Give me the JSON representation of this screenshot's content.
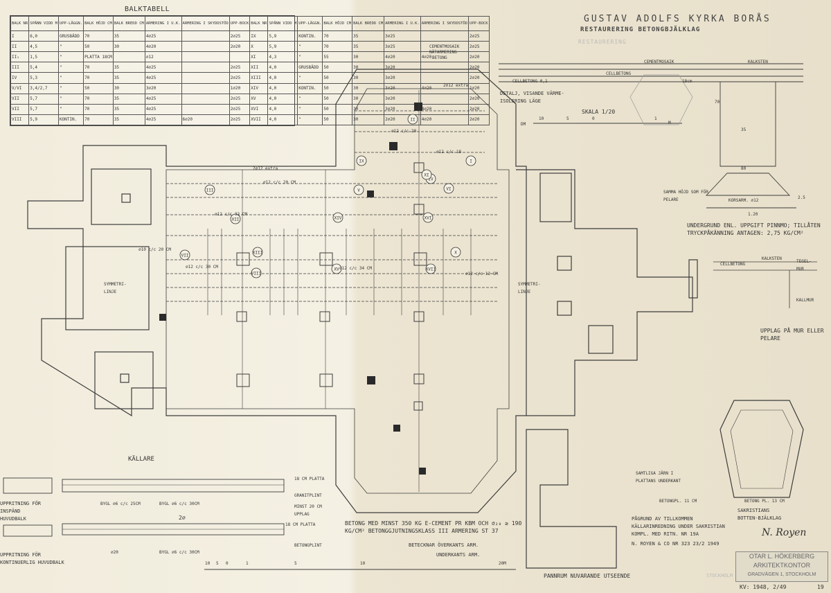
{
  "title_block": {
    "title": "GUSTAV ADOLFS KYRKA BORÅS",
    "subtitle": "RESTAURERING BETONGBJÄLKLAG",
    "faint_restaurering": "RESTAURERING"
  },
  "beam_table": {
    "title": "BALKTABELL",
    "headers": [
      "BALK NR",
      "SPÄNN VIDD M",
      "UPP-LÄGGN.",
      "BALK HÖJD CM",
      "BALK BREDD CM",
      "ARMERING I U.K.",
      "ARMERING I SKYDDSTÖD",
      "UPP-BOCK",
      "BALK NR",
      "SPÄNN VIDD M",
      "UPP-LÄGGN.",
      "BALK HÖJD CM",
      "BALK BREDD CM",
      "ARMERING I U.K.",
      "ARMERING I SKYDDSTÖD",
      "UPP-BOCK"
    ],
    "rows": [
      [
        "I",
        "6,0",
        "GRUSBÄDD",
        "70",
        "35",
        "4⌀25",
        "",
        "2⌀25",
        "IX",
        "5,9",
        "KONTIN.",
        "70",
        "35",
        "3⌀25",
        "",
        "2⌀25"
      ],
      [
        "II",
        "4,5",
        "\"",
        "50",
        "30",
        "4⌀20",
        "",
        "2⌀20",
        "X",
        "5,9",
        "\"",
        "70",
        "35",
        "3⌀25",
        "",
        "2⌀25"
      ],
      [
        "II₁",
        "1,5",
        "\"",
        "PLATTA 18CM",
        "",
        "⌀12",
        "",
        "",
        "XI",
        "4,3",
        "\"",
        "55",
        "30",
        "4⌀20",
        "4⌀20",
        "2⌀20"
      ],
      [
        "III",
        "5,4",
        "\"",
        "70",
        "35",
        "4⌀25",
        "",
        "2⌀25",
        "XII",
        "4,0",
        "GRUSBÄDD",
        "50",
        "30",
        "3⌀20",
        "",
        "2⌀20"
      ],
      [
        "IV",
        "5,3",
        "\"",
        "70",
        "35",
        "4⌀25",
        "",
        "2⌀25",
        "XIII",
        "4,0",
        "\"",
        "50",
        "30",
        "3⌀20",
        "",
        "2⌀20"
      ],
      [
        "V/VI",
        "3,4/2,7",
        "\"",
        "50",
        "30",
        "3⌀20",
        "",
        "1⌀20",
        "XIV",
        "4,0",
        "KONTIN.",
        "50",
        "30",
        "3⌀20",
        "4⌀20",
        "1⌀20"
      ],
      [
        "VII",
        "5,7",
        "\"",
        "70",
        "35",
        "4⌀25",
        "",
        "2⌀25",
        "XV",
        "4,0",
        "\"",
        "50",
        "30",
        "3⌀20",
        "",
        "2⌀20"
      ],
      [
        "VII",
        "5,7",
        "\"",
        "70",
        "35",
        "4⌀25",
        "",
        "2⌀25",
        "XVI",
        "4,0",
        "\"",
        "50",
        "30",
        "3⌀20",
        "4⌀20",
        "2⌀20"
      ],
      [
        "VIII",
        "5,9",
        "KONTIN.",
        "70",
        "35",
        "4⌀25",
        "6⌀20",
        "2⌀25",
        "XVII",
        "4,0",
        "\"",
        "50",
        "30",
        "2⌀20",
        "4⌀20",
        "2⌀20"
      ]
    ]
  },
  "detail_top": {
    "labels": [
      "CEMENTMOSAIK",
      "NÄTARMERING",
      "BETONG",
      "CEMENTMOSAIK",
      "KALKSTEN",
      "CELLBETONG",
      "CELLBETONG 0,1",
      "18cm",
      "70",
      "35",
      "80",
      "1.20",
      "2.5",
      "KORSARM. ⌀12"
    ],
    "caption": "DETALJ, VISANDE VÄRME-ISOLERING LÄGE",
    "scale": "SKALA 1/20",
    "scale_marks": [
      "DM",
      "10",
      "5",
      "0",
      "1",
      "M"
    ]
  },
  "notes": {
    "samma_hojd": "SAMMA HÖJD SOM FÖR PELARE",
    "undergrund": "UNDERGRUND ENL. UPPGIFT PINNMO; TILLÅTEN TRYCKPÅKÄNNING ANTAGEN: 2,75 KG/CM²",
    "kalksten": "KALKSTEN",
    "cellbetong": "CELLBETONG",
    "tegelmur": "TEGEL-MUR",
    "kallmur": "KALLMUR",
    "upplag": "UPPLAG PÅ MUR ELLER PELARE",
    "symmetrilinje": "SYMMETRI-LINJE",
    "kallare": "KÄLLARE",
    "betong_note": "BETONG MED MINST 350 KG E-CEMENT PR KBM OCH σ₂₈ ≥ 190 KG/CM² BETONGGJUTNINGSKLASS III ARMERING ST 37",
    "overkant": "BETECKNAR ÖVERKANTS ARM.",
    "underkant": "UNDERKANTS ARM.",
    "pannrum": "PANNRUM NUVARANDE UTSEENDE",
    "sakristian": "SAKRISTIANS BOTTEN-BJÄLKLAG",
    "pagrund": "PÅGRUND AV TILLKOMMEN KÄLLARINREDNING UNDER SAKRISTIAN KOMPL. MED RITN. NR 19A",
    "royen": "N. ROYEN & CO NR 323 23/2 1949",
    "signature": "N. Royen",
    "betongpl": "BETONGPL. 11 CM",
    "betongpl13": "BETONG PL. 13 CM",
    "samtliga": "SAMTLIGA JÄRN I PLATTANS UNDERKANT",
    "uppritning1": "UPPRITNING FÖR INSPÄND HUVUDBALK",
    "uppritning2": "UPPRITNING FÖR KONTINUERLIG HUVUDBALK",
    "platta": "18 CM PLATTA",
    "granitplint": "GRANITPLINT",
    "minst": "MINST 20 CM UPPLAG",
    "betongplint": "BETONGPLINT",
    "byglar1": "BYGL ⌀6 c/c 25CM",
    "byglar2": "BYGL ⌀6 c/c 30CM",
    "byglar3": "BYGL ⌀6 c/c 30CM",
    "two_phi": "2⌀",
    "phi20": "⌀20",
    "platta2": "18 CM PLATTA",
    "scale_bottom": [
      "10",
      "5",
      "0",
      "1",
      "5",
      "10",
      "20M"
    ],
    "faint_stockholm": "STOCKHOLM"
  },
  "plan_labels": {
    "beam_marks": [
      "I",
      "II",
      "III",
      "IV",
      "V",
      "VI",
      "VII",
      "VIII",
      "IX",
      "X",
      "XI",
      "XII",
      "XIII",
      "XIV",
      "XV",
      "XVI",
      "XVII"
    ],
    "rebar_notes": [
      "2⌀12 extra",
      "⌀12 c/c 20",
      "⌀12 c/c 20 CM",
      "⌀10 c/c 20 CM",
      "⌀12 c/c 34 CM",
      "⌀12 c/c 30 CM",
      "⌀12 c/c 32 CM",
      "⌀12 c/c 12 CM",
      "⌀12 c/c 18"
    ]
  },
  "stamp": {
    "line1": "OTAR L. HÖKERBERG",
    "line2": "ARKITEKTKONTOR",
    "line3": "GRADVÄGEN 1, STOCKHOLM"
  },
  "sheet_number": "KV: 1948, 2/49",
  "corner_number": "19"
}
